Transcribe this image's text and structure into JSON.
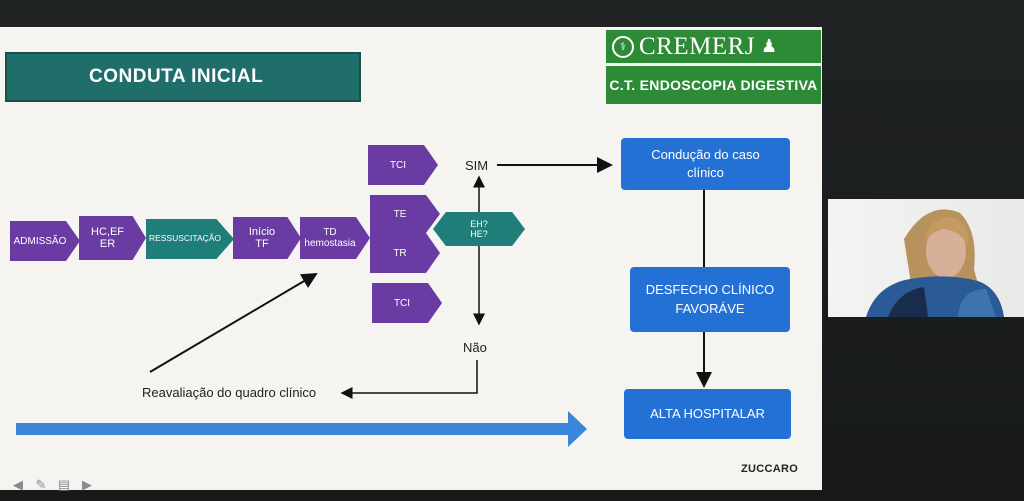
{
  "slide": {
    "title": "CONDUTA INICIAL",
    "logo": {
      "name": "CREMERJ",
      "subtitle": "C.T. ENDOSCOPIA DIGESTIVA"
    },
    "flow": {
      "admissao": "ADMISSÃO",
      "hc": "HC,EF\nER",
      "ressuscitacao": "RESSUSCITAÇÃO",
      "inicio_tf": "Início\nTF",
      "td": "TD\nhemostasia",
      "tci_top": "TCI",
      "te": "TE",
      "tr": "TR",
      "tci_bottom": "TCI",
      "eh_he": "EH?\nHE?",
      "sim": "SIM",
      "nao": "Não",
      "reavaliacao": "Reavaliação do quadro clínico"
    },
    "boxes": {
      "conducao": "Condução do caso\nclínico",
      "desfecho": "DESFECHO CLÍNICO\nFAVORÁVE",
      "alta": "ALTA HOSPITALAR"
    },
    "footer": "ZUCCARO"
  },
  "colors": {
    "purple": "#6a3ba3",
    "teal": "#1f7e79",
    "blue_box": "#2471d6",
    "green_logo": "#2d8a36",
    "title_bg": "#1f6e6a",
    "arrow_blue": "#3a86d9"
  },
  "toolbar_icons": [
    "arrow-left-icon",
    "pen-icon",
    "menu-icon",
    "arrow-right-icon"
  ]
}
